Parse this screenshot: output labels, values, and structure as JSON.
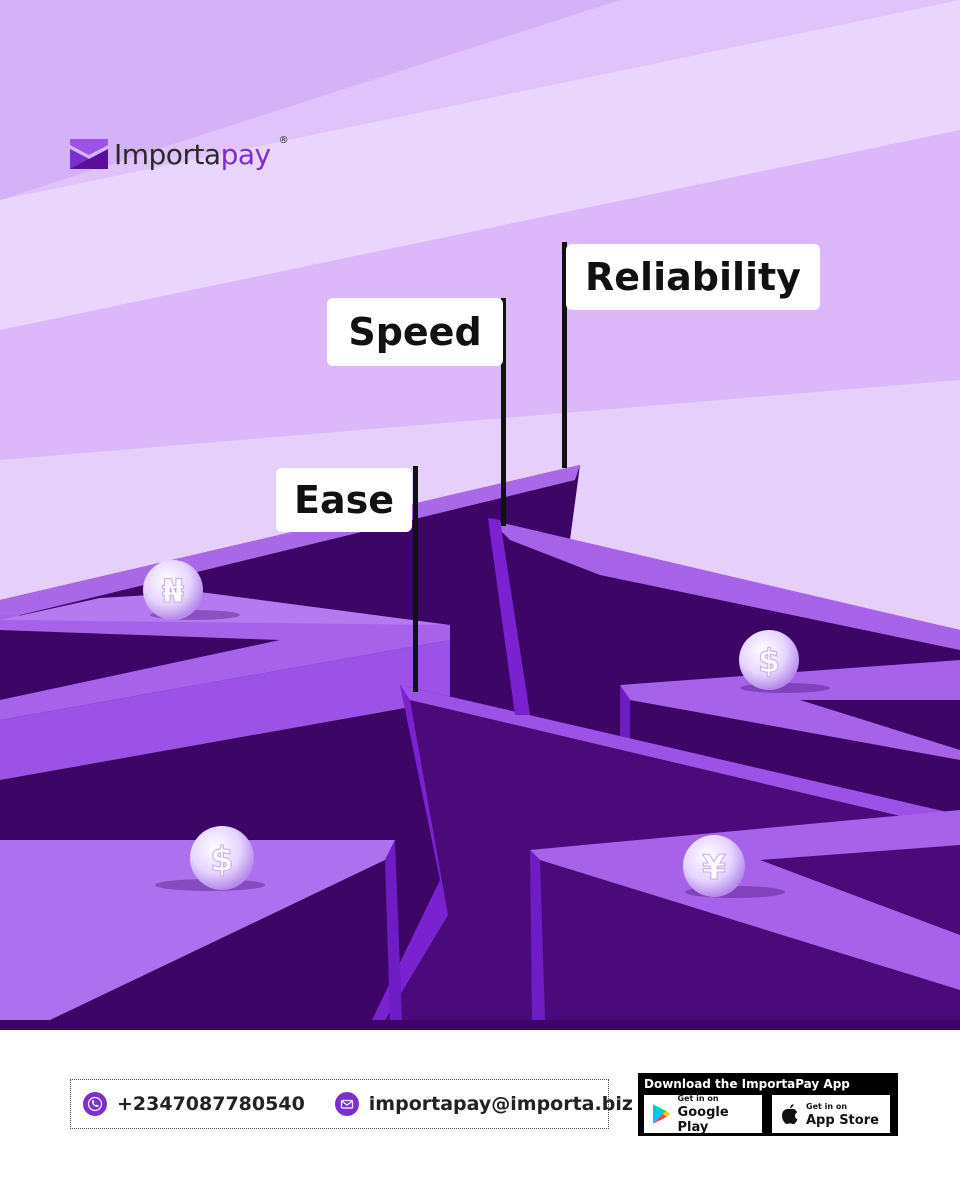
{
  "brand": {
    "name_part1": "Importa",
    "name_part2": "pay",
    "registered_mark": "®",
    "accent_color": "#7b2fd1",
    "dark_purple": "#3d0566"
  },
  "flags": {
    "ease": "Ease",
    "speed": "Speed",
    "reliability": "Reliability"
  },
  "coins": {
    "naira": "₦",
    "dollar_right": "$",
    "dollar_left": "$",
    "yen": "¥"
  },
  "footer": {
    "phone": "+2347087780540",
    "email": "importapay@importa.biz",
    "app_heading": "Download the ImportaPay App",
    "google_small": "Get in on",
    "google_big": "Google Play",
    "apple_small": "Get in on",
    "apple_big": "App Store"
  }
}
